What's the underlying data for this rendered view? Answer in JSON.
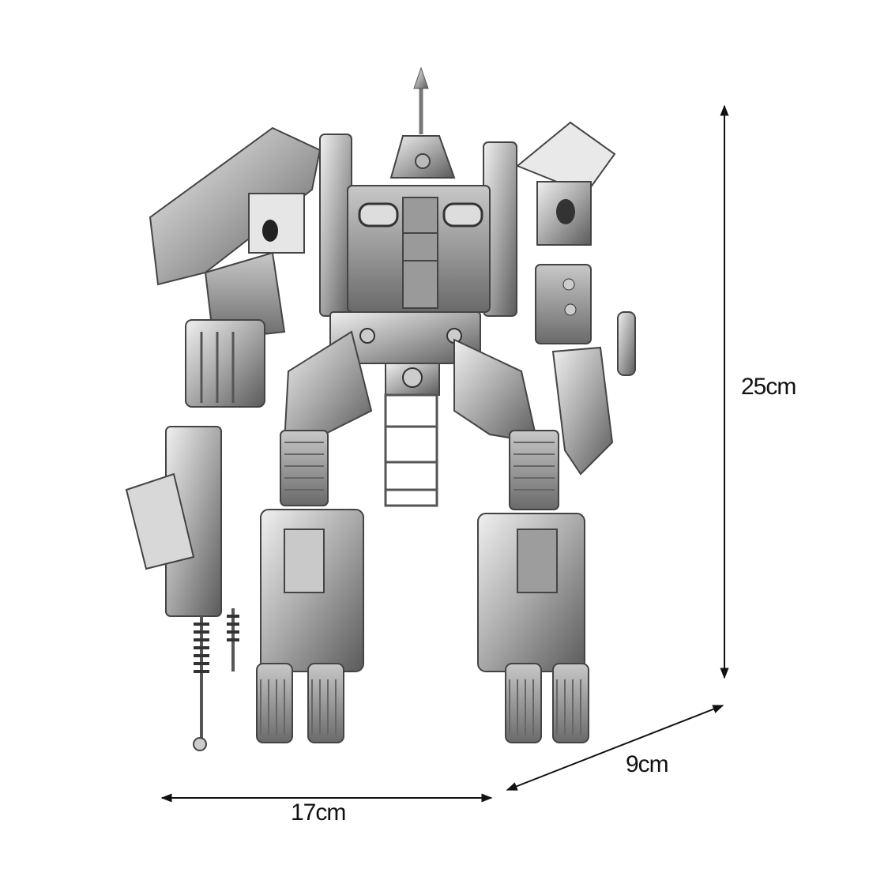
{
  "product": {
    "subject": "3D metal mech robot model kit",
    "colors": {
      "background": "#ffffff",
      "metal_light": "#d9d9d9",
      "metal_mid": "#9a9a9a",
      "metal_dark": "#4a4a4a",
      "annotation": "#111111"
    }
  },
  "dimensions": {
    "height": {
      "label": "25cm",
      "orientation": "vertical"
    },
    "width": {
      "label": "17cm",
      "orientation": "horizontal"
    },
    "depth": {
      "label": "9cm",
      "orientation": "diagonal"
    }
  }
}
